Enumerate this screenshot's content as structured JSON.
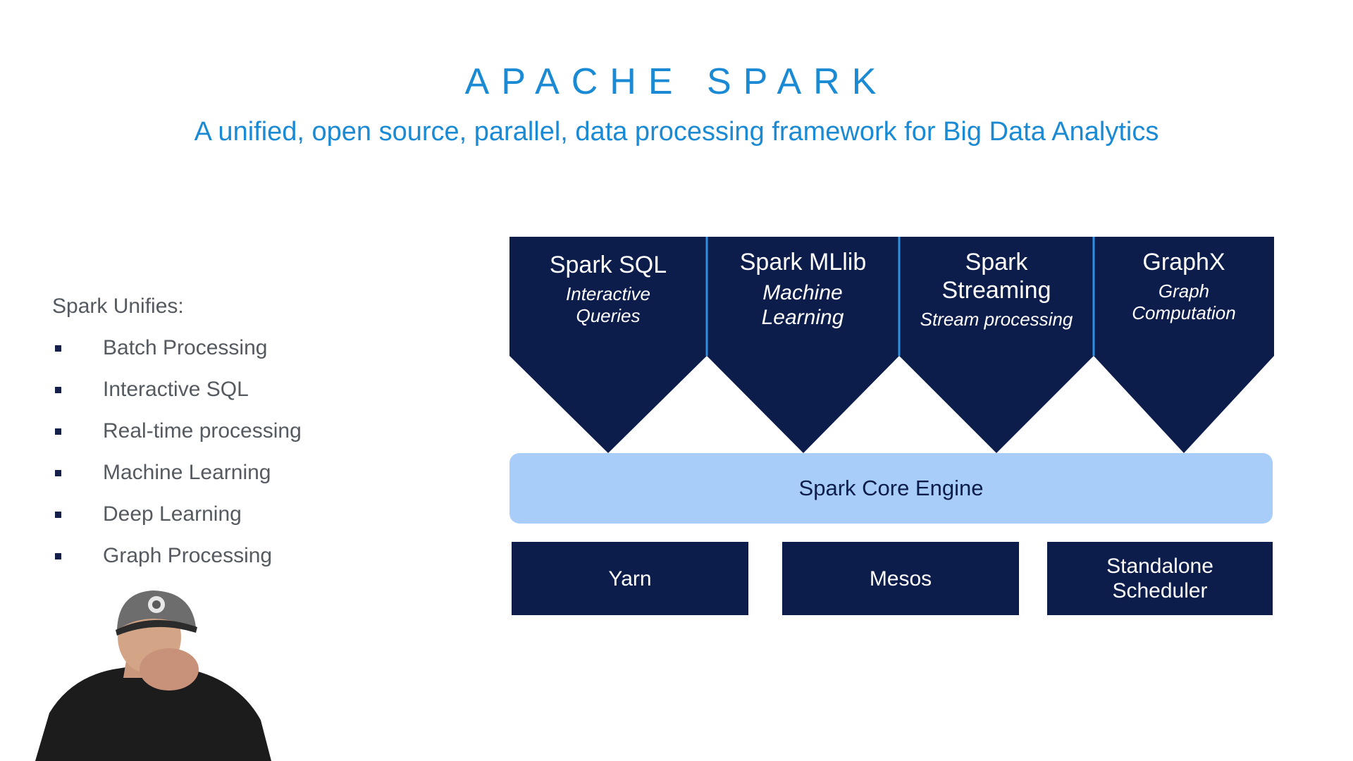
{
  "slide": {
    "title": "APACHE SPARK",
    "subtitle": "A unified, open source, parallel, data processing framework for Big Data Analytics"
  },
  "unifies": {
    "heading": "Spark Unifies:",
    "items": [
      "Batch Processing",
      "Interactive SQL",
      "Real-time processing",
      "Machine Learning",
      "Deep Learning",
      "Graph Processing"
    ]
  },
  "diagram": {
    "libraries": [
      {
        "name": "Spark SQL",
        "description": "Interactive Queries"
      },
      {
        "name": "Spark MLlib",
        "description": "Machine Learning"
      },
      {
        "name": "Spark Streaming",
        "description": "Stream processing"
      },
      {
        "name": "GraphX",
        "description": "Graph Computation"
      }
    ],
    "core": "Spark Core Engine",
    "cluster_managers": [
      "Yarn",
      "Mesos",
      "Standalone Scheduler"
    ]
  },
  "colors": {
    "title": "#1b8ad4",
    "navy": "#0d1d4b",
    "core": "#a8cdf8",
    "divider": "#2f8fe0",
    "body_text": "#555a60"
  }
}
